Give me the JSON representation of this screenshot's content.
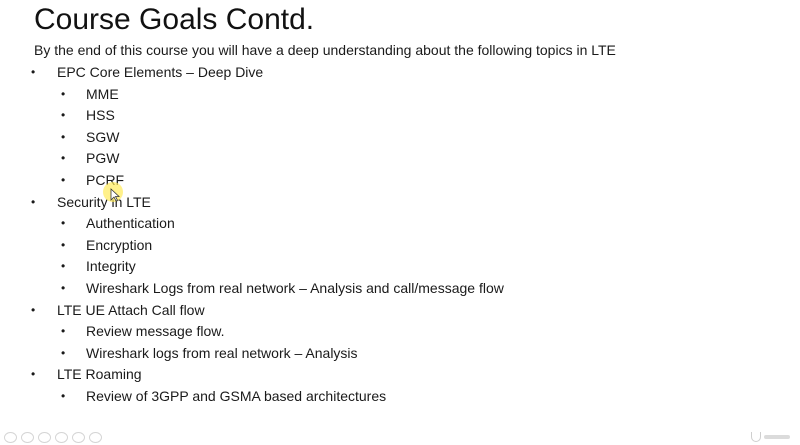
{
  "slide": {
    "title": "Course Goals Contd.",
    "intro": "By the end of this course you will have a deep understanding about the following topics in LTE",
    "bullet_char": "•",
    "items": [
      {
        "level": 1,
        "text": "EPC Core Elements – Deep Dive"
      },
      {
        "level": 2,
        "text": "MME"
      },
      {
        "level": 2,
        "text": "HSS"
      },
      {
        "level": 2,
        "text": "SGW"
      },
      {
        "level": 2,
        "text": "PGW"
      },
      {
        "level": 2,
        "text": "PCRF"
      },
      {
        "level": 1,
        "text": "Security in LTE"
      },
      {
        "level": 2,
        "text": "Authentication"
      },
      {
        "level": 2,
        "text": "Encryption"
      },
      {
        "level": 2,
        "text": "Integrity"
      },
      {
        "level": 2,
        "text": "Wireshark Logs from real network – Analysis and call/message flow"
      },
      {
        "level": 1,
        "text": "LTE UE Attach Call flow"
      },
      {
        "level": 2,
        "text": "Review message flow."
      },
      {
        "level": 2,
        "text": "Wireshark logs from real network – Analysis"
      },
      {
        "level": 1,
        "text": "LTE Roaming"
      },
      {
        "level": 2,
        "text": "Review of 3GPP and GSMA based architectures"
      }
    ]
  },
  "colors": {
    "background": "#ffffff",
    "text": "#1a1a1a",
    "pointer_highlight": "#ffeb5a"
  },
  "icons": {
    "pointer": "mouse-pointer-icon",
    "watermark": "udemy-logo-icon"
  }
}
